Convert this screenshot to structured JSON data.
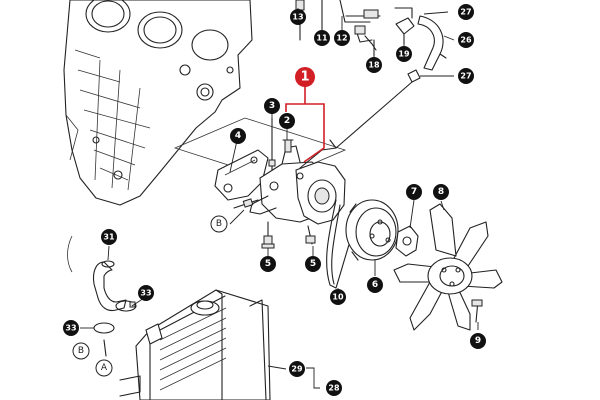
{
  "highlight": {
    "label": "1"
  },
  "callouts": [
    {
      "id": "2",
      "label": "2"
    },
    {
      "id": "3",
      "label": "3"
    },
    {
      "id": "4",
      "label": "4"
    },
    {
      "id": "5a",
      "label": "5"
    },
    {
      "id": "5b",
      "label": "5"
    },
    {
      "id": "6",
      "label": "6"
    },
    {
      "id": "7",
      "label": "7"
    },
    {
      "id": "8",
      "label": "8"
    },
    {
      "id": "9",
      "label": "9"
    },
    {
      "id": "10",
      "label": "10"
    },
    {
      "id": "11",
      "label": "11"
    },
    {
      "id": "12",
      "label": "12"
    },
    {
      "id": "13",
      "label": "13"
    },
    {
      "id": "18",
      "label": "18"
    },
    {
      "id": "19",
      "label": "19"
    },
    {
      "id": "26",
      "label": "26"
    },
    {
      "id": "27a",
      "label": "27"
    },
    {
      "id": "27b",
      "label": "27"
    },
    {
      "id": "28",
      "label": "28"
    },
    {
      "id": "29",
      "label": "29"
    },
    {
      "id": "31",
      "label": "31"
    },
    {
      "id": "33a",
      "label": "33"
    },
    {
      "id": "33b",
      "label": "33"
    }
  ],
  "refs": [
    {
      "id": "B1",
      "label": "B"
    },
    {
      "id": "B2",
      "label": "B"
    },
    {
      "id": "A1",
      "label": "A"
    }
  ],
  "colors": {
    "highlight": "#d21f26",
    "line": "#222222",
    "callout": "#111111"
  }
}
